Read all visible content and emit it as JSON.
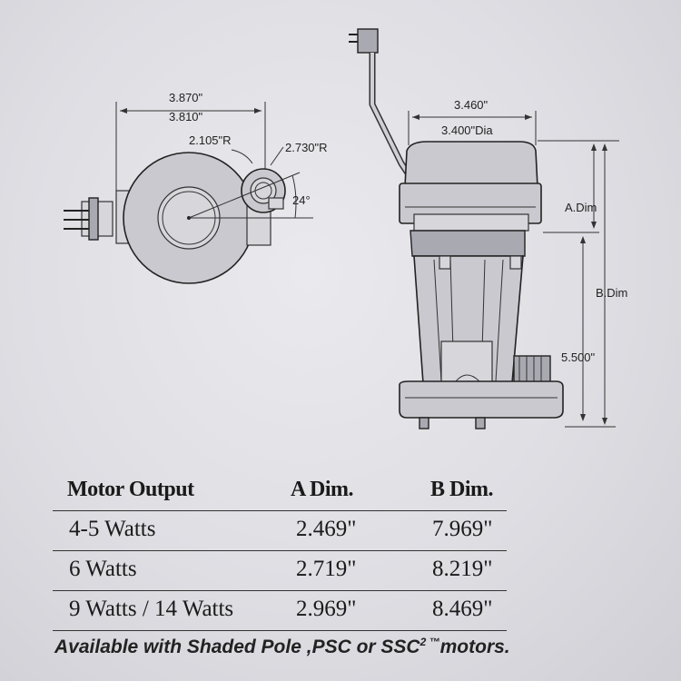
{
  "top_view": {
    "width_outer": "3.870\"",
    "width_inner": "3.810\"",
    "radius_small": "2.105\"R",
    "radius_large": "2.730\"R",
    "angle": "24°"
  },
  "side_view": {
    "top_width": "3.460\"",
    "top_dia": "3.400\"Dia",
    "a_dim_label": "A.Dim",
    "b_dim_label": "B.Dim",
    "height_label": "5.500\""
  },
  "table": {
    "headers": [
      "Motor Output",
      "A Dim.",
      "B Dim."
    ],
    "rows": [
      [
        "4-5 Watts",
        "2.469\"",
        "7.969\""
      ],
      [
        "6 Watts",
        "2.719\"",
        "8.219\""
      ],
      [
        "9 Watts / 14 Watts",
        "2.969\"",
        "8.469\""
      ]
    ]
  },
  "footnote": {
    "prefix": "Available with Shaded Pole ,PSC or SSC",
    "superscript": "2 ™",
    "suffix": "motors."
  }
}
